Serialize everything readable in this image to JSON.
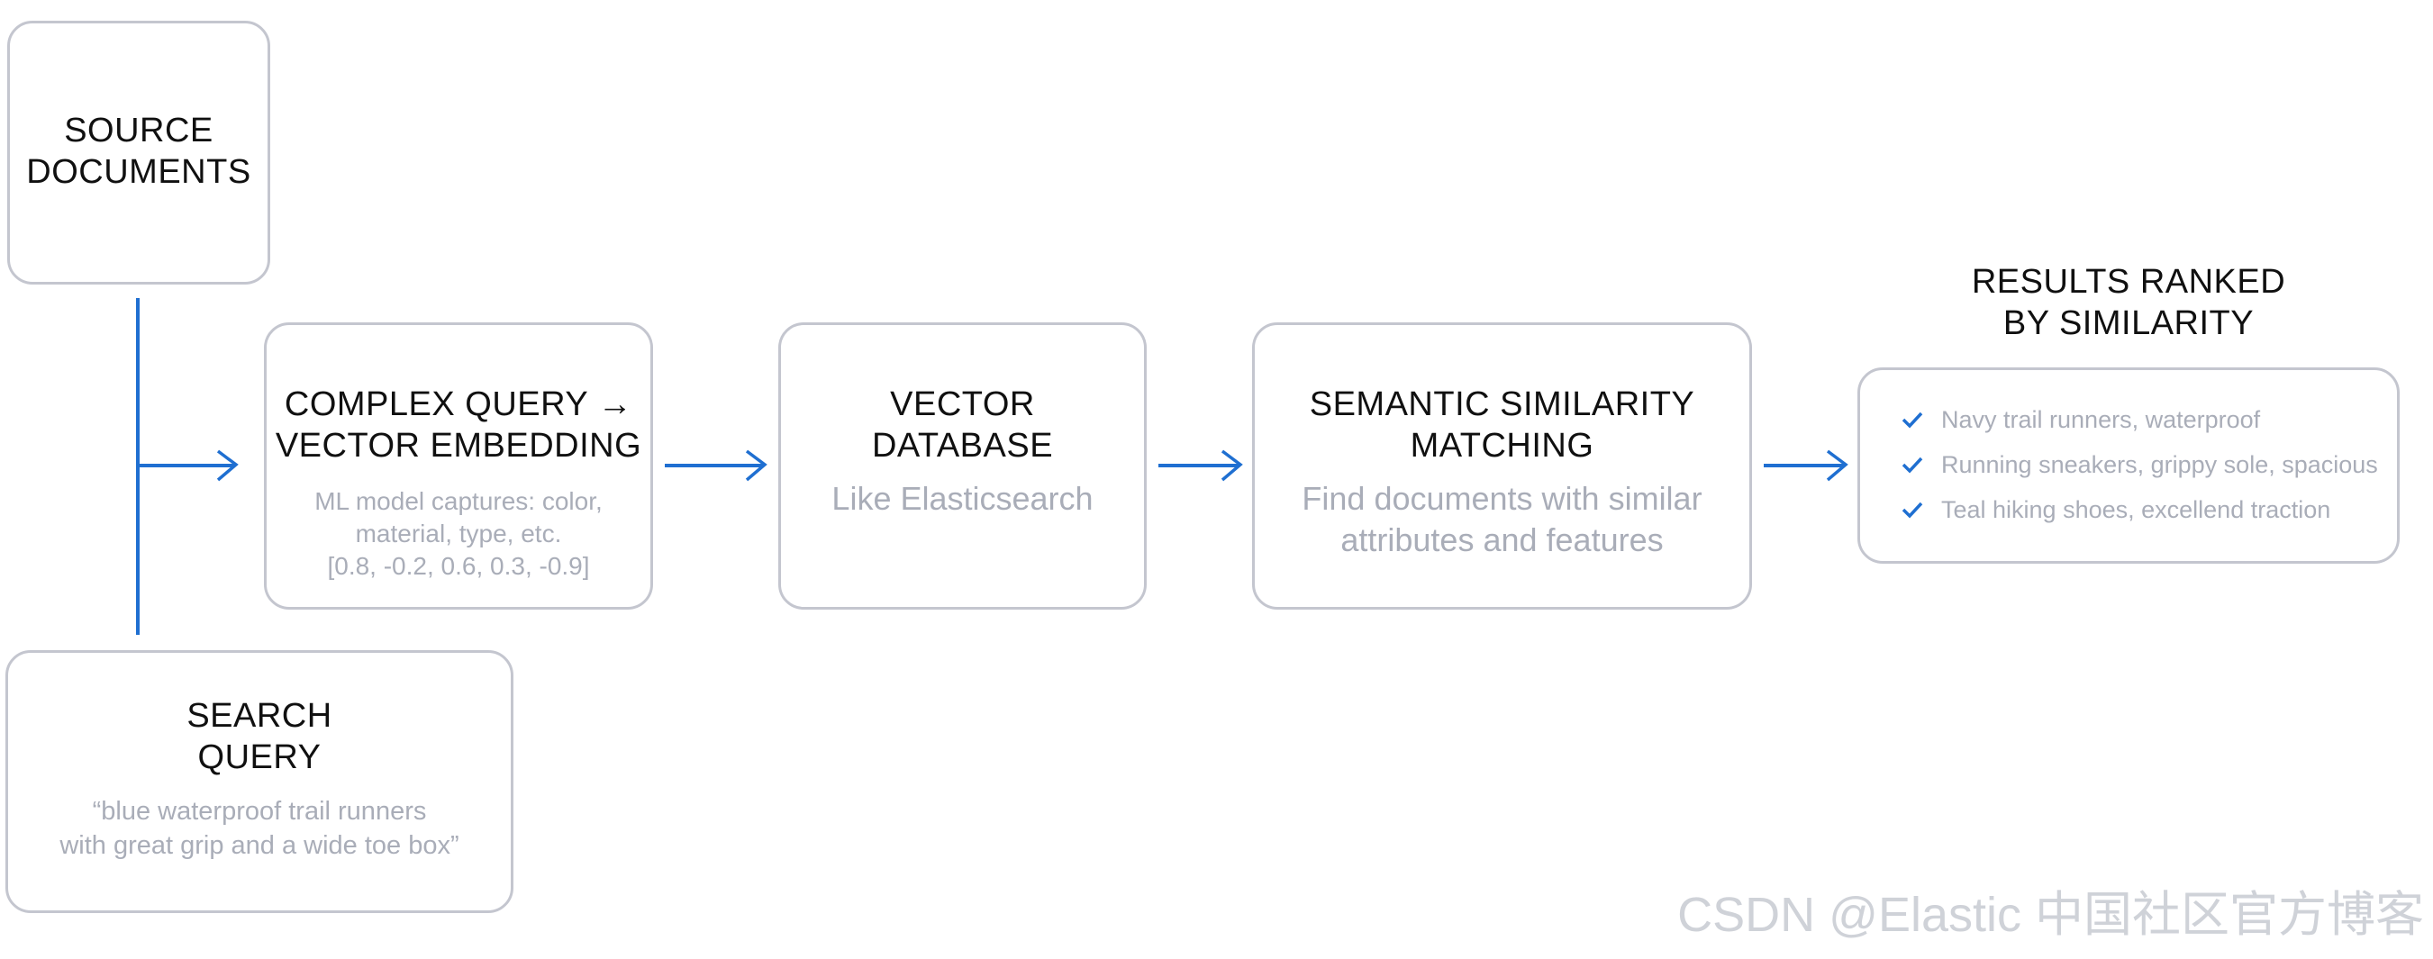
{
  "source_documents": {
    "title_line1": "SOURCE",
    "title_line2": "DOCUMENTS"
  },
  "search_query": {
    "title_line1": "SEARCH",
    "title_line2": "QUERY",
    "text_line1": "“blue waterproof trail runners",
    "text_line2": "with great grip and a wide toe box”"
  },
  "embedding": {
    "title_line1": "COMPLEX QUERY →",
    "title_line2": "VECTOR EMBEDDING",
    "text_line1": "ML model captures: color,",
    "text_line2": "material, type, etc.",
    "text_line3": "[0.8, -0.2, 0.6, 0.3, -0.9]"
  },
  "vector_db": {
    "title_line1": "VECTOR",
    "title_line2": "DATABASE",
    "text_line1": "Like Elasticsearch"
  },
  "matching": {
    "title_line1": "SEMANTIC SIMILARITY",
    "title_line2": "MATCHING",
    "text_line1": "Find documents with similar",
    "text_line2": "attributes and features"
  },
  "results": {
    "title_line1": "RESULTS RANKED",
    "title_line2": "BY SIMILARITY",
    "items": [
      "Navy trail runners, waterproof",
      "Running sneakers, grippy sole, spacious",
      "Teal hiking shoes, excellend traction"
    ]
  },
  "watermark": "CSDN @Elastic 中国社区官方博客",
  "colors": {
    "accent": "#1f6fd1",
    "border": "#c4c6cf",
    "muted_text": "#a9adb8",
    "title_text": "#101010"
  }
}
